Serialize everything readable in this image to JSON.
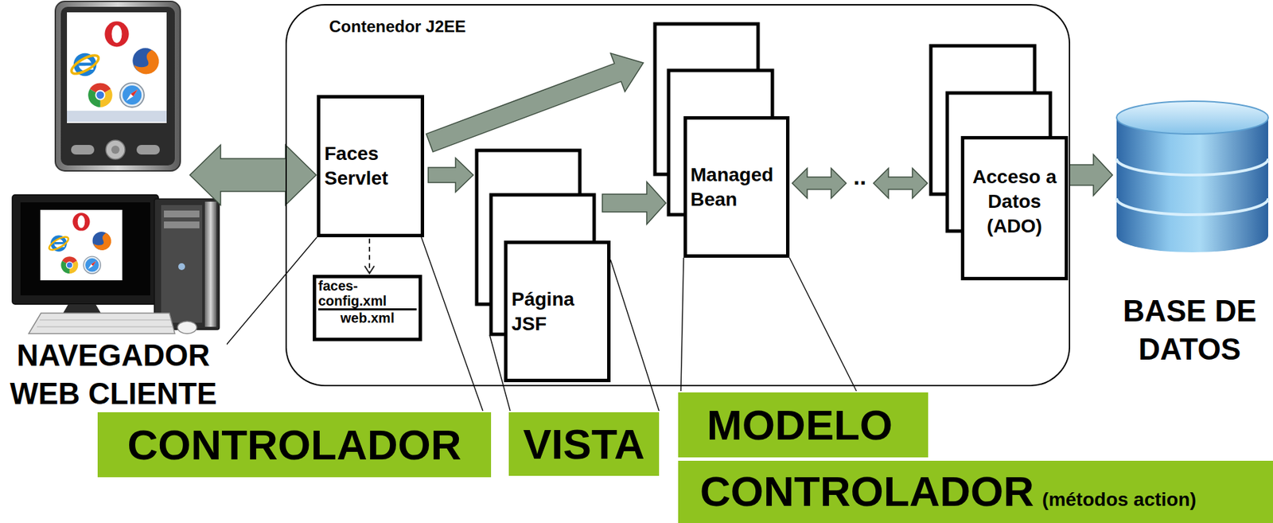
{
  "diagram": {
    "nodes": [
      {
        "text": [
          "NAVEGADOR WEB CLIENTE"
        ]
      },
      {
        "text": [
          "Contenedor J2EE"
        ]
      },
      {
        "text": [
          "Faces Servlet"
        ],
        "in": 1
      },
      {
        "text": [
          "faces-config.xml",
          "web.xml"
        ],
        "in": 1
      },
      {
        "text": [
          "Página JSF"
        ],
        "in": 1
      },
      {
        "text": [
          "Managed Bean"
        ],
        "in": 1
      },
      {
        "text": [
          "Acceso a Datos (ADO)"
        ],
        "in": 1
      },
      {
        "text": [
          "BASE DE DATOS"
        ]
      },
      {
        "text": [
          "CONTROLADOR"
        ]
      },
      {
        "text": [
          "VISTA"
        ]
      },
      {
        "text": [
          "MODELO"
        ]
      },
      {
        "text": [
          "CONTROLADOR",
          "(métodos action)"
        ]
      }
    ],
    "edges": [
      {
        "from": 0,
        "to": 2,
        "arrow": "both"
      },
      {
        "from": 2,
        "to": 3,
        "arrow": "to"
      },
      {
        "from": 2,
        "to": 4,
        "arrow": "to"
      },
      {
        "from": 2,
        "to": 5,
        "arrow": "to"
      },
      {
        "from": 4,
        "to": 5,
        "arrow": "to"
      },
      {
        "from": 5,
        "to": 6,
        "label": "..",
        "arrow": "both"
      },
      {
        "from": 6,
        "to": 7,
        "arrow": "to"
      },
      {
        "from": 8,
        "to": 2,
        "arrow": "none"
      },
      {
        "from": 9,
        "to": 4,
        "arrow": "none"
      },
      {
        "from": 10,
        "to": 5,
        "arrow": "none"
      }
    ]
  }
}
